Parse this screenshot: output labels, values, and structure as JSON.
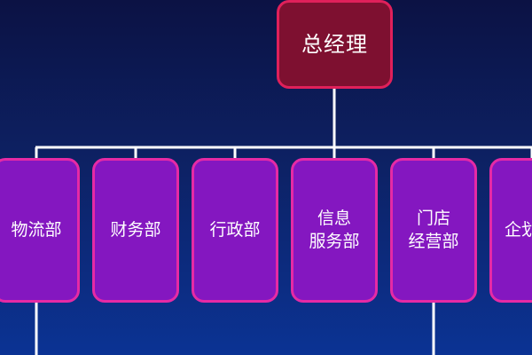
{
  "chart": {
    "root": {
      "label": "总经理"
    },
    "departments": [
      {
        "label": "物流部"
      },
      {
        "label": "财务部"
      },
      {
        "label": "行政部"
      },
      {
        "label": "信息\n服务部"
      },
      {
        "label": "门店\n经营部"
      },
      {
        "label": "企划"
      }
    ]
  },
  "colors": {
    "background_top": "#0c1244",
    "background_bottom": "#0b3394",
    "root_fill": "#7e1030",
    "root_border": "#e0205a",
    "dept_fill": "#8417c0",
    "dept_border": "#e62aa5",
    "connector": "#ffffff"
  }
}
